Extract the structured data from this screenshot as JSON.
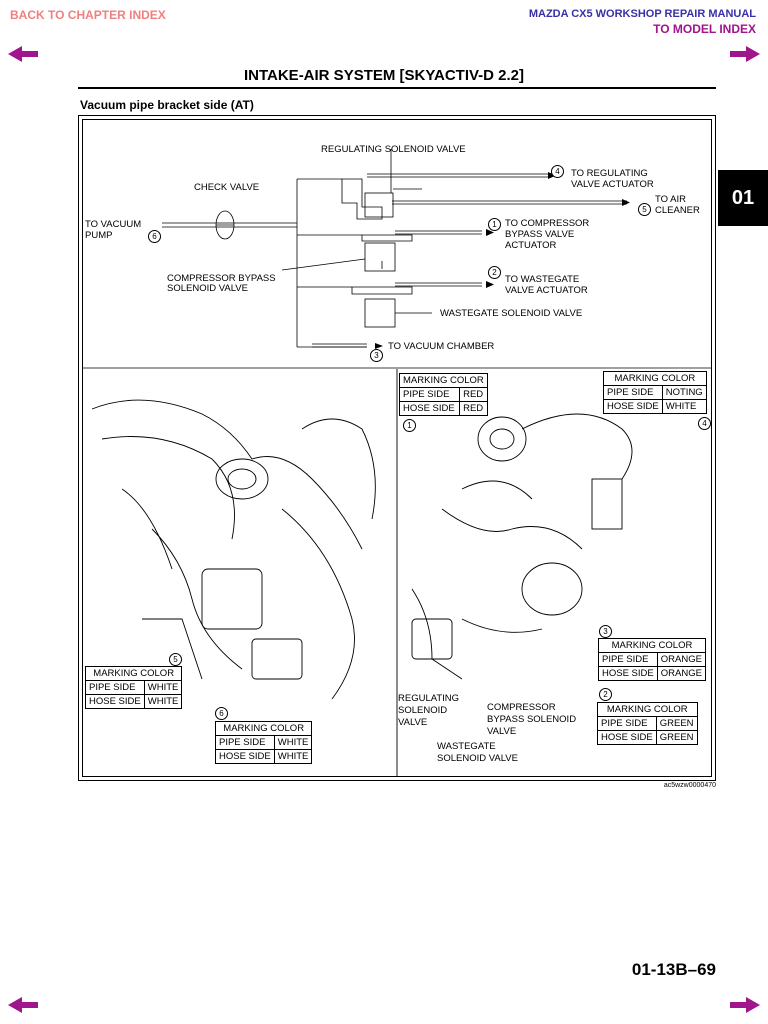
{
  "header": {
    "back_link": "BACK TO CHAPTER INDEX",
    "manual_title": "MAZDA CX5 WORKSHOP REPAIR MANUAL",
    "model_index_link": "TO MODEL INDEX"
  },
  "page_title": "INTAKE-AIR SYSTEM [SKYACTIV-D 2.2]",
  "section_heading": "Vacuum pipe bracket side (AT)",
  "chapter_tab": "01",
  "schematic": {
    "regulating_valve": "REGULATING SOLENOID VALVE",
    "check_valve": "CHECK VALVE",
    "vacuum_pump": [
      "TO VACUUM",
      "PUMP"
    ],
    "compressor_bypass_valve": [
      "COMPRESSOR BYPASS",
      "SOLENOID VALVE"
    ],
    "to_regulating": [
      "TO REGULATING",
      "VALVE ACTUATOR"
    ],
    "to_air": [
      "TO AIR",
      "CLEANER"
    ],
    "to_compressor": [
      "TO COMPRESSOR",
      "BYPASS VALVE",
      "ACTUATOR"
    ],
    "to_wastegate": [
      "TO WASTEGATE",
      "VALVE ACTUATOR"
    ],
    "wastegate_valve": "WASTEGATE SOLENOID VALVE",
    "to_vacuum_chamber": "TO VACUUM CHAMBER",
    "numbers": [
      "1",
      "2",
      "3",
      "4",
      "5",
      "6"
    ]
  },
  "marking_tables": {
    "header": "MARKING COLOR",
    "pipe_side": "PIPE SIDE",
    "hose_side": "HOSE SIDE",
    "t_red": [
      "RED",
      "RED"
    ],
    "t_noting": [
      "NOTING",
      "WHITE"
    ],
    "t_orange": [
      "ORANGE",
      "ORANGE"
    ],
    "t_green": [
      "GREEN",
      "GREEN"
    ],
    "t_white5": [
      "WHITE",
      "WHITE"
    ],
    "t_white6": [
      "WHITE",
      "WHITE"
    ]
  },
  "photo_labels": {
    "regulating": [
      "REGULATING",
      "SOLENOID",
      "VALVE"
    ],
    "compressor": [
      "COMPRESSOR",
      "BYPASS SOLENOID",
      "VALVE"
    ],
    "wastegate": [
      "WASTEGATE",
      "SOLENOID VALVE"
    ]
  },
  "figure_code": "ac5wzw0000470",
  "page_number": "01-13B–69",
  "colors": {
    "chapter_link": "#f08080",
    "manual_title": "#3a2fa8",
    "model_index": "#a0148c",
    "arrow": "#a0148c"
  }
}
